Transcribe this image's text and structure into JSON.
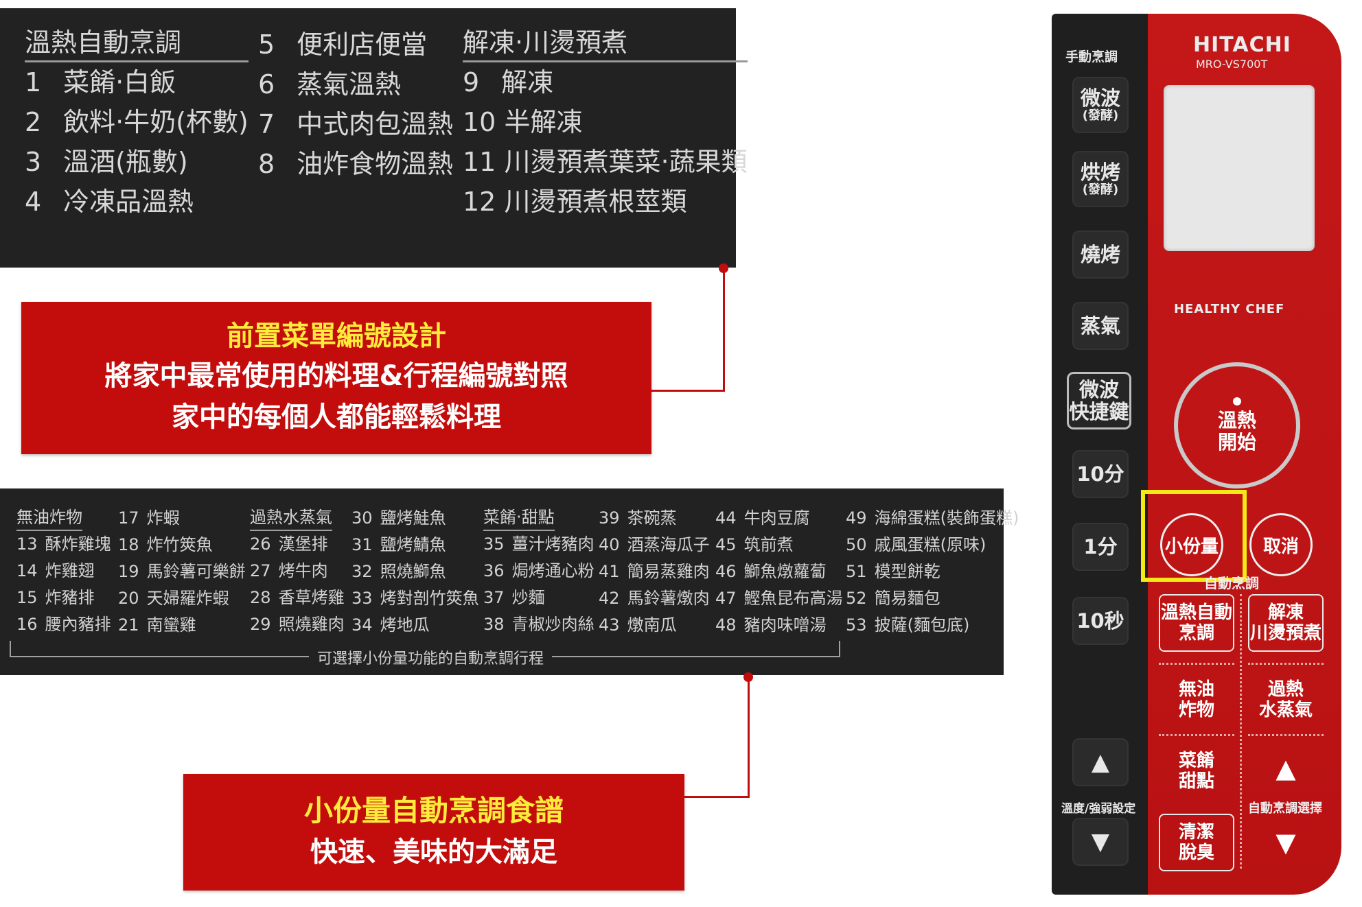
{
  "top_menu": {
    "col1": {
      "heading": "溫熱自動烹調",
      "items": [
        {
          "num": "1",
          "label": "菜餚‧白飯"
        },
        {
          "num": "2",
          "label": "飲料‧牛奶(杯數)"
        },
        {
          "num": "3",
          "label": "溫酒(瓶數)"
        },
        {
          "num": "4",
          "label": "冷凍品溫熱"
        }
      ]
    },
    "col2": {
      "items": [
        {
          "num": "5",
          "label": "便利店便當"
        },
        {
          "num": "6",
          "label": "蒸氣溫熱"
        },
        {
          "num": "7",
          "label": "中式肉包溫熱"
        },
        {
          "num": "8",
          "label": "油炸食物溫熱"
        }
      ]
    },
    "col3": {
      "heading": "解凍‧川燙預煮",
      "items": [
        {
          "num": "9",
          "label": "解凍"
        },
        {
          "num": "10",
          "label": "半解凍"
        },
        {
          "num": "11",
          "label": "川燙預煮葉菜‧蔬果類"
        },
        {
          "num": "12",
          "label": "川燙預煮根莖類"
        }
      ]
    }
  },
  "bottom_menu": {
    "col1": {
      "heading": "無油炸物",
      "items": [
        {
          "num": "13",
          "label": "酥炸雞塊"
        },
        {
          "num": "14",
          "label": "炸雞翅"
        },
        {
          "num": "15",
          "label": "炸豬排"
        },
        {
          "num": "16",
          "label": "腰內豬排"
        }
      ]
    },
    "col2": {
      "items": [
        {
          "num": "17",
          "label": "炸蝦"
        },
        {
          "num": "18",
          "label": "炸竹筴魚"
        },
        {
          "num": "19",
          "label": "馬鈴薯可樂餅"
        },
        {
          "num": "20",
          "label": "天婦羅炸蝦"
        },
        {
          "num": "21",
          "label": "南蠻雞"
        }
      ]
    },
    "col3": {
      "heading": "過熱水蒸氣",
      "items": [
        {
          "num": "26",
          "label": "漢堡排"
        },
        {
          "num": "27",
          "label": "烤牛肉"
        },
        {
          "num": "28",
          "label": "香草烤雞"
        },
        {
          "num": "29",
          "label": "照燒雞肉"
        }
      ]
    },
    "col4": {
      "items": [
        {
          "num": "30",
          "label": "鹽烤鮭魚"
        },
        {
          "num": "31",
          "label": "鹽烤鯖魚"
        },
        {
          "num": "32",
          "label": "照燒鰤魚"
        },
        {
          "num": "33",
          "label": "烤對剖竹筴魚"
        },
        {
          "num": "34",
          "label": "烤地瓜"
        }
      ]
    },
    "col5": {
      "heading": "菜餚‧甜點",
      "items": [
        {
          "num": "35",
          "label": "薑汁烤豬肉"
        },
        {
          "num": "36",
          "label": "焗烤通心粉"
        },
        {
          "num": "37",
          "label": "炒麵"
        },
        {
          "num": "38",
          "label": "青椒炒肉絲"
        }
      ]
    },
    "col6": {
      "items": [
        {
          "num": "39",
          "label": "茶碗蒸"
        },
        {
          "num": "40",
          "label": "酒蒸海瓜子"
        },
        {
          "num": "41",
          "label": "簡易蒸雞肉"
        },
        {
          "num": "42",
          "label": "馬鈴薯燉肉"
        },
        {
          "num": "43",
          "label": "燉南瓜"
        }
      ]
    },
    "col7": {
      "items": [
        {
          "num": "44",
          "label": "牛肉豆腐"
        },
        {
          "num": "45",
          "label": "筑前煮"
        },
        {
          "num": "46",
          "label": "鰤魚燉蘿蔔"
        },
        {
          "num": "47",
          "label": "鰹魚昆布高湯"
        },
        {
          "num": "48",
          "label": "豬肉味噌湯"
        }
      ]
    },
    "col8": {
      "items": [
        {
          "num": "49",
          "label": "海綿蛋糕(裝飾蛋糕)"
        },
        {
          "num": "50",
          "label": "戚風蛋糕(原味)"
        },
        {
          "num": "51",
          "label": "模型餅乾"
        },
        {
          "num": "52",
          "label": "簡易麵包"
        },
        {
          "num": "53",
          "label": "披薩(麵包底)"
        }
      ]
    },
    "bracket_label": "可選擇小份量功能的自動烹調行程"
  },
  "callouts": {
    "preset": {
      "title": "前置菜單編號設計",
      "line1": "將家中最常使用的料理&行程編號對照",
      "line2": "家中的每個人都能輕鬆料理"
    },
    "small_portion": {
      "title": "小份量自動烹調食譜",
      "line1": "快速、美味的大滿足"
    }
  },
  "control_panel": {
    "manual_label": "手動烹調",
    "microwave": {
      "main": "微波",
      "sub": "(發酵)"
    },
    "bake": {
      "main": "烘烤",
      "sub": "(發酵)"
    },
    "grill": "燒烤",
    "steam": "蒸氣",
    "quick_line1": "微波",
    "quick_line2": "快捷鍵",
    "ten_min": "10分",
    "one_min": "1分",
    "ten_sec": "10秒",
    "temp_label": "溫度/強弱設定",
    "brand": "HITACHI",
    "model": "MRO-VS700T",
    "healthy": "HEALTHY CHEF",
    "start_line1": "溫熱",
    "start_line2": "開始",
    "small": "小份量",
    "cancel": "取消",
    "auto_cook": "自動烹調",
    "reheat_line1": "溫熱自動",
    "reheat_line2": "烹調",
    "defrost_line1": "解凍",
    "defrost_line2": "川燙預煮",
    "airfry_line1": "無油",
    "airfry_line2": "炸物",
    "superheat_line1": "過熱",
    "superheat_line2": "水蒸氣",
    "dish_line1": "菜餚",
    "dish_line2": "甜點",
    "clean_line1": "清潔",
    "clean_line2": "脫臭",
    "select_label": "自動烹調選擇",
    "up": "▲",
    "down": "▼"
  },
  "colors": {
    "panel_black": "#222222",
    "callout_red": "#c30d0d",
    "highlight_yellow": "#f4e816",
    "title_yellow": "#ffeb3b"
  }
}
